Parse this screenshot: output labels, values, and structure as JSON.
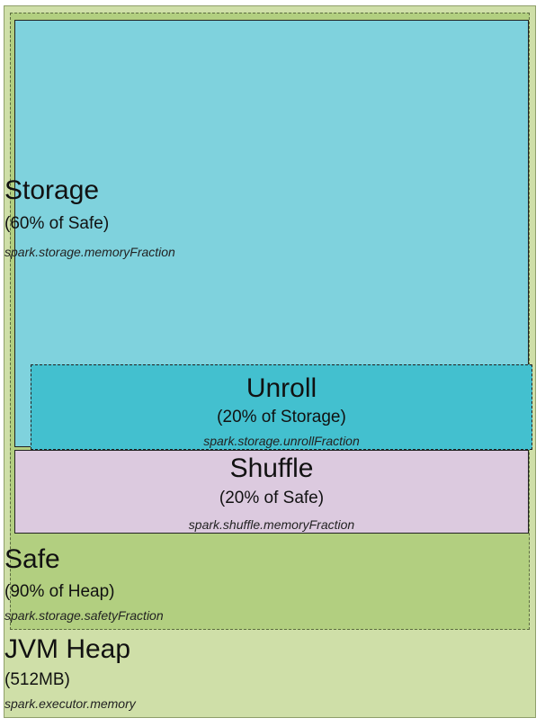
{
  "heap": {
    "title": "JVM Heap",
    "subtitle": "(512MB)",
    "property": "spark.executor.memory"
  },
  "safe": {
    "title": "Safe",
    "subtitle": "(90% of Heap)",
    "property": "spark.storage.safetyFraction"
  },
  "storage": {
    "title": "Storage",
    "subtitle": "(60% of Safe)",
    "property": "spark.storage.memoryFraction"
  },
  "unroll": {
    "title": "Unroll",
    "subtitle": "(20% of Storage)",
    "property": "spark.storage.unrollFraction"
  },
  "shuffle": {
    "title": "Shuffle",
    "subtitle": "(20% of Safe)",
    "property": "spark.shuffle.memoryFraction"
  },
  "colors": {
    "heap": "#cfdfa8",
    "safe": "#b2cf80",
    "storage": "#7fd2dd",
    "unroll": "#43c0cf",
    "shuffle": "#dccadf"
  }
}
